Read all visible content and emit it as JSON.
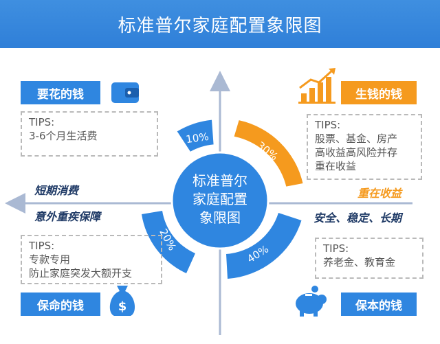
{
  "title": "标准普尔家庭配置象限图",
  "center": {
    "line1": "标准普尔",
    "line2": "家庭配置",
    "line3": "象限图"
  },
  "quadrants": {
    "spend": {
      "label": "要花的钱",
      "tips": "TIPS:\n3-6个月生活费",
      "percent": "10%"
    },
    "grow": {
      "label": "生钱的钱",
      "tips": "TIPS:\n股票、基金、房产\n高收益高风险并存\n重在收益",
      "percent": "30%"
    },
    "protect": {
      "label": "保命的钱",
      "tips": "TIPS:\n专款专用\n防止家庭突发大额开支",
      "percent": "20%"
    },
    "preserve": {
      "label": "保本的钱",
      "tips": "TIPS:\n养老金、教育金",
      "percent": "40%"
    }
  },
  "axis_labels": {
    "short_term": "短期消费",
    "accident": "意外重疾保障",
    "focus_return": "重在收益",
    "safe_stable": "安全、稳定、长期"
  },
  "colors": {
    "blue": "#2f86e0",
    "orange": "#f59a1e",
    "axis": "#aab9d3"
  }
}
